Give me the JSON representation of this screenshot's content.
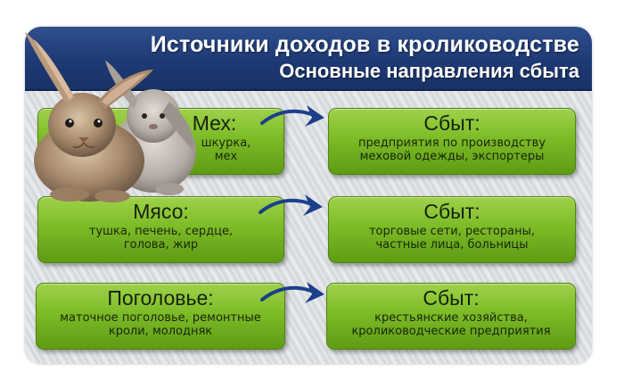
{
  "header": {
    "title": "Источники доходов в кролиководстве",
    "subtitle": "Основные направления сбыта"
  },
  "rows": [
    {
      "source": {
        "title": "Мех:",
        "lines": [
          "шкурка,",
          "мех"
        ]
      },
      "sales": {
        "title": "Сбыт:",
        "lines": [
          "предприятия по производству",
          "меховой одежды, экспортеры"
        ]
      }
    },
    {
      "source": {
        "title": "Мясо:",
        "lines": [
          "тушка, печень, сердце,",
          "голова, жир"
        ]
      },
      "sales": {
        "title": "Сбыт:",
        "lines": [
          "торговые сети, рестораны,",
          "частные лица, больницы"
        ]
      }
    },
    {
      "source": {
        "title": "Поголовье:",
        "lines": [
          "маточное поголовье, ремонтные",
          "кроли, молодняк"
        ]
      },
      "sales": {
        "title": "Сбыт:",
        "lines": [
          "крестьянские хозяйства,",
          "кролиководческие предприятия"
        ]
      }
    }
  ],
  "colors": {
    "header": "#1e3a75",
    "box_green": "#7dbb27",
    "arrow_blue": "#1c3f8a"
  },
  "icons": [
    "rabbit-illustration",
    "curved-arrow-icon"
  ]
}
